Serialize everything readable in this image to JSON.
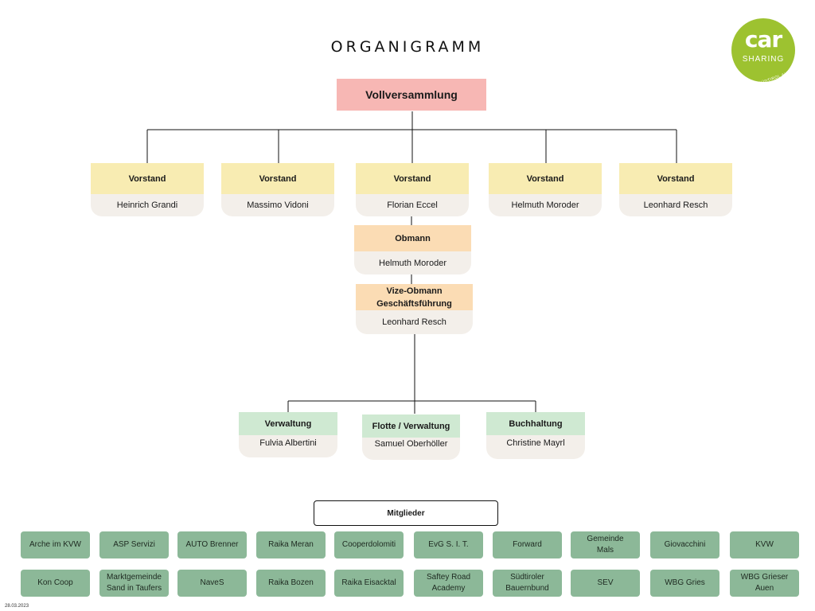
{
  "title": "ORGANIGRAMM",
  "logo": {
    "word": "car",
    "sub": "SHARING",
    "region": "SÜDTIROL ALTO ADIGE",
    "color": "#9dc230"
  },
  "top": {
    "label": "Vollversammlung"
  },
  "vorstand": [
    {
      "role": "Vorstand",
      "name": "Heinrich Grandi"
    },
    {
      "role": "Vorstand",
      "name": "Massimo Vidoni"
    },
    {
      "role": "Vorstand",
      "name": "Florian Eccel"
    },
    {
      "role": "Vorstand",
      "name": "Helmuth Moroder"
    },
    {
      "role": "Vorstand",
      "name": "Leonhard Resch"
    }
  ],
  "obmann": {
    "role": "Obmann",
    "name": "Helmuth Moroder"
  },
  "vize": {
    "role_line1": "Vize-Obmann",
    "role_line2": "Geschäftsführung",
    "name": "Leonhard Resch"
  },
  "departments": [
    {
      "role": "Verwaltung",
      "name": "Fulvia Albertini"
    },
    {
      "role": "Flotte / Verwaltung",
      "name": "Samuel Oberhöller"
    },
    {
      "role": "Buchhaltung",
      "name": "Christine Mayrl"
    }
  ],
  "members_label": "Mitglieder",
  "members": [
    [
      "Arche im KVW"
    ],
    [
      "ASP Servizi"
    ],
    [
      "AUTO Brenner"
    ],
    [
      "Raika Meran"
    ],
    [
      "Cooperdolomiti"
    ],
    [
      "EvG S. I. T."
    ],
    [
      "Forward"
    ],
    [
      "Gemeinde",
      "Mals"
    ],
    [
      "Giovacchini"
    ],
    [
      "KVW"
    ],
    [
      "Kon Coop"
    ],
    [
      "Marktgemeinde",
      "Sand in Taufers"
    ],
    [
      "NaveS"
    ],
    [
      "Raika Bozen"
    ],
    [
      "Raika Eisacktal"
    ],
    [
      "Saftey Road",
      "Academy"
    ],
    [
      "Südtiroler",
      "Bauernbund"
    ],
    [
      "SEV"
    ],
    [
      "WBG Gries"
    ],
    [
      "WBG Grieser",
      "Auen"
    ]
  ],
  "date": "28.03.2023",
  "colors": {
    "top": "#f7b7b4",
    "vorstand": "#f8ecb2",
    "obmann": "#fbdcb4",
    "department": "#cfe9d2",
    "member": "#8cb898",
    "card": "#f3efea"
  }
}
